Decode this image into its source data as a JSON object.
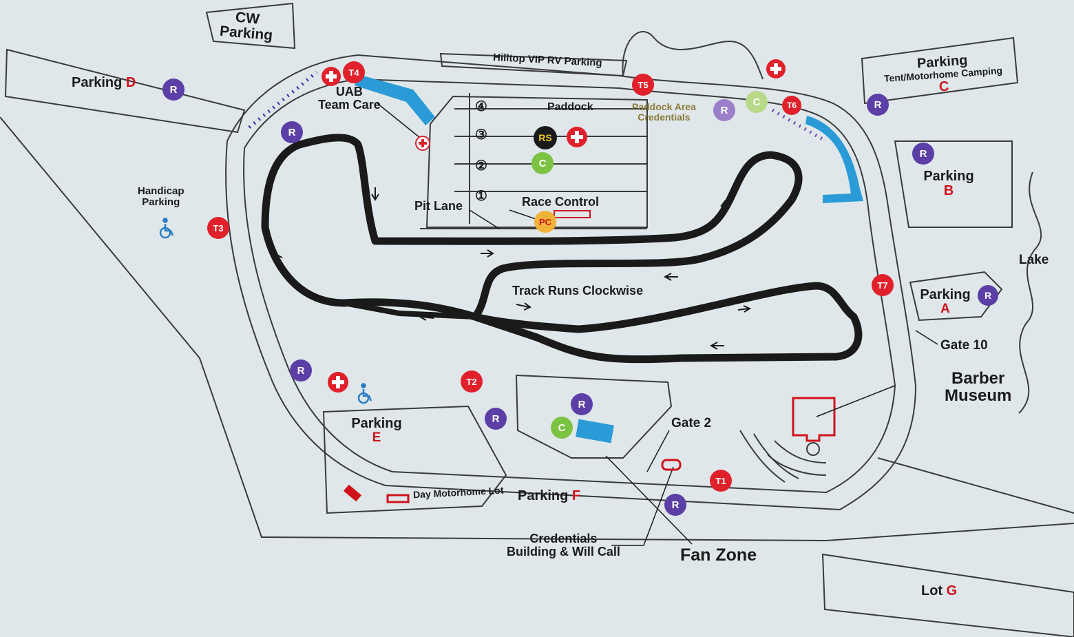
{
  "colors": {
    "background": "#dfe7ea",
    "track": "#1a1a1a",
    "outline": "#3a3a3a",
    "turn_marker": "#e0212b",
    "restroom_marker": "#5b3fa6",
    "concession_marker": "#7cc243",
    "blue_zone": "#2a9bd6",
    "accent_red": "#d0121b",
    "first_aid": "#e0212b"
  },
  "labels": {
    "cw_parking": "CW\nParking",
    "parking_d": "Parking",
    "parking_d_letter": "D",
    "hilltop_vip": "Hilltop VIP RV Parking",
    "parking_c": "Parking",
    "parking_c_sub": "Tent/Motorhome Camping",
    "parking_c_letter": "C",
    "uab_team_care": "UAB\nTeam Care",
    "paddock": "Paddock",
    "paddock_area_credentials": "Paddock Area\nCredentials",
    "parking_b": "Parking",
    "parking_b_letter": "B",
    "handicap_parking": "Handicap\nParking",
    "pit_lane": "Pit Lane",
    "race_control": "Race Control",
    "lake": "Lake",
    "track_runs_clockwise": "Track Runs Clockwise",
    "parking_a": "Parking",
    "parking_a_letter": "A",
    "gate_10": "Gate 10",
    "barber_museum": "Barber\nMuseum",
    "parking_e": "Parking",
    "parking_e_letter": "E",
    "gate_2": "Gate 2",
    "day_motorhome_lot": "Day Motorhome Lot",
    "parking_f": "Parking",
    "parking_f_letter": "F",
    "credentials_building": "Credentials\nBuilding & Will Call",
    "fan_zone": "Fan Zone",
    "lot_g": "Lot",
    "lot_g_letter": "G"
  },
  "paddock_rows": [
    "④",
    "③",
    "②",
    "①"
  ],
  "markers": {
    "restroom": "R",
    "concession": "C",
    "race_services": "RS",
    "pace_car": "PC",
    "turns": [
      "T1",
      "T2",
      "T3",
      "T4",
      "T5",
      "T6",
      "T7"
    ]
  },
  "icons": {
    "first_aid": "first-aid-cross-icon",
    "accessible": "wheelchair-icon",
    "direction": "direction-arrow-icon"
  }
}
